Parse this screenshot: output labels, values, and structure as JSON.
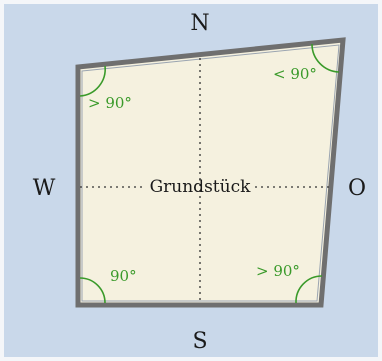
{
  "diagram": {
    "labels": {
      "north": "N",
      "south": "S",
      "west": "W",
      "east": "O",
      "center": "Grundstück"
    },
    "angles": {
      "top_left": "> 90°",
      "top_right": "< 90°",
      "bottom_left": "90°",
      "bottom_right": "> 90°"
    },
    "colors": {
      "background": "#c9d8ea",
      "plot_fill": "#f5f1df",
      "plot_outline": "#6a6a6a",
      "angle_color": "#3a9a2a"
    }
  }
}
